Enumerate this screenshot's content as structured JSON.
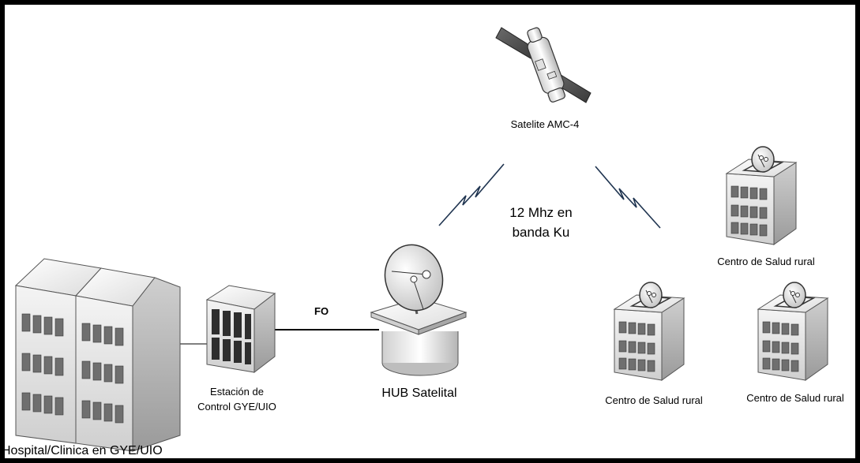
{
  "labels": {
    "satellite": "Satelite AMC-4",
    "band": "12 Mhz en banda Ku",
    "link": "FO",
    "hub": "HUB Satelital",
    "station": "Estación de Control GYE/UIO",
    "hospital": "Hospital/Clinica en GYE/UIO",
    "center_top_right": "Centro de Salud rural",
    "center_bottom_left": "Centro de Salud rural",
    "center_bottom_right": "Centro de Salud rural"
  },
  "icons": {
    "satellite": "satellite-icon",
    "hub": "satellite-dish-hub-icon",
    "station": "server-rack-icon",
    "hospital": "hospital-building-icon",
    "center": "rural-health-center-icon",
    "wireless": "lightning-link-icon"
  },
  "colors": {
    "border": "#000000",
    "wireless_link": "#1f3450",
    "building_face": "#e6e6e6",
    "building_side": "#bdbdbd",
    "window": "#6f6f6f"
  }
}
